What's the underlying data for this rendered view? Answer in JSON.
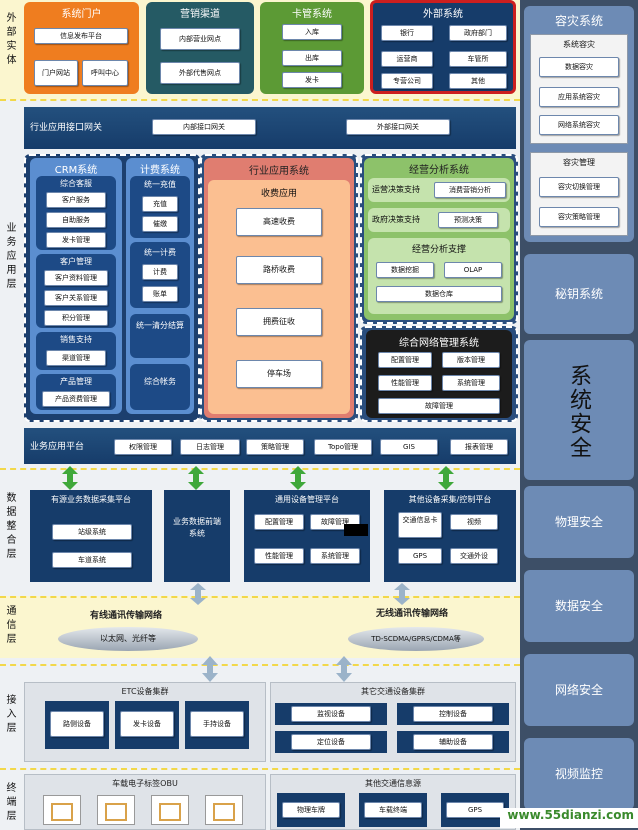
{
  "left_labels": {
    "external": "外部实体",
    "app": "业务应用层",
    "data": "数据整合层",
    "comm": "通信层",
    "access": "接入层",
    "terminal": "终端层"
  },
  "external": {
    "portal": {
      "title": "系统门户",
      "items": [
        "信息发布平台",
        "门户网站",
        "呼叫中心"
      ]
    },
    "sales": {
      "title": "营销渠道",
      "items": [
        "内部营业网点",
        "外部代售网点"
      ]
    },
    "card": {
      "title": "卡管系统",
      "items": [
        "入库",
        "出库",
        "发卡"
      ]
    },
    "ext_sys": {
      "title": "外部系统",
      "items": [
        "银行",
        "政府部门",
        "运营商",
        "车管所",
        "专营公司",
        "其他"
      ]
    }
  },
  "gateway": {
    "title": "行业应用接口网关",
    "items": [
      "内部接口网关",
      "外部接口网关"
    ]
  },
  "crm": {
    "title": "CRM系统",
    "groups": [
      {
        "title": "综合客服",
        "items": [
          "客户服务",
          "自助服务",
          "发卡管理"
        ]
      },
      {
        "title": "客户管理",
        "items": [
          "客户资料管理",
          "客户关系管理",
          "积分管理"
        ]
      },
      {
        "title": "销售支持",
        "items": [
          "渠道管理"
        ]
      },
      {
        "title": "产品管理",
        "items": [
          "产品资费管理"
        ]
      }
    ]
  },
  "billing": {
    "title": "计费系统",
    "g1": {
      "title": "统一充值",
      "items": [
        "充值",
        "催缴"
      ]
    },
    "g2": {
      "title": "统一计费",
      "items": [
        "计费",
        "账单"
      ]
    },
    "g3": "统一清分结算",
    "g4": "综合帐务"
  },
  "industry": {
    "title": "行业应用系统",
    "sub": "收费应用",
    "items": [
      "高速收费",
      "路桥收费",
      "拥费征收",
      "停车场"
    ]
  },
  "analysis": {
    "title": "经营分析系统",
    "row1": {
      "label": "运营决策支持",
      "btn": "消费营销分析"
    },
    "row2": {
      "label": "政府决策支持",
      "btn": "预测决策"
    },
    "support": {
      "title": "经营分析支撑",
      "items": [
        "数据挖掘",
        "OLAP",
        "数据仓库"
      ]
    }
  },
  "netmgmt": {
    "title": "综合网络管理系统",
    "items": [
      "配置管理",
      "版本管理",
      "性能管理",
      "系统管理",
      "故障管理"
    ]
  },
  "platform": {
    "title": "业务应用平台",
    "items": [
      "权限管理",
      "日志管理",
      "策略管理",
      "Topo管理",
      "GIS",
      "报表管理"
    ]
  },
  "data_layer": {
    "src": {
      "title": "有源业务数据采集平台",
      "items": [
        "站级系统",
        "车道系统"
      ]
    },
    "front": {
      "title": "业务数据前端系统"
    },
    "dev": {
      "title": "通用设备管理平台",
      "items": [
        "配置管理",
        "故障管理",
        "性能管理",
        "系统管理"
      ]
    },
    "other": {
      "title": "其他设备采集/控制平台",
      "items": [
        "交通信息卡",
        "视频",
        "GPS",
        "交通外设"
      ]
    }
  },
  "comm": {
    "wired": {
      "title": "有线通讯传输网络",
      "sub": "以太网、光纤等"
    },
    "wireless": {
      "title": "无线通讯传输网络",
      "sub": "TD-SCDMA/GPRS/CDMA等"
    }
  },
  "access": {
    "etc": {
      "title": "ETC设备集群",
      "items": [
        "路侧设备",
        "发卡设备",
        "手持设备"
      ]
    },
    "other": {
      "title": "其它交通设备集群",
      "items": [
        "监视设备",
        "控制设备",
        "定位设备",
        "辅助设备"
      ]
    }
  },
  "terminal": {
    "obu": {
      "title": "车载电子标签OBU"
    },
    "other": {
      "title": "其他交通信息源",
      "items": [
        "物理车牌",
        "车载终端",
        "GPS"
      ]
    }
  },
  "right": {
    "disaster": {
      "title": "容灾系统",
      "g1": {
        "title": "系统容灾",
        "items": [
          "数据容灾",
          "应用系统容灾",
          "网络系统容灾"
        ]
      },
      "g2": {
        "title": "容灾管理",
        "items": [
          "容灾切换管理",
          "容灾策略管理"
        ]
      }
    },
    "key": "秘钥系统",
    "security": "系统安全",
    "items": [
      "物理安全",
      "数据安全",
      "网络安全",
      "视频监控"
    ]
  },
  "watermark": "www.55dianzi.com",
  "colors": {
    "orange": "#ef7d1f",
    "teal": "#255a64",
    "green": "#5c9a35",
    "navy": "#163c6a",
    "red": "#cc1f1f",
    "rightbg": "#6d8bb5"
  }
}
